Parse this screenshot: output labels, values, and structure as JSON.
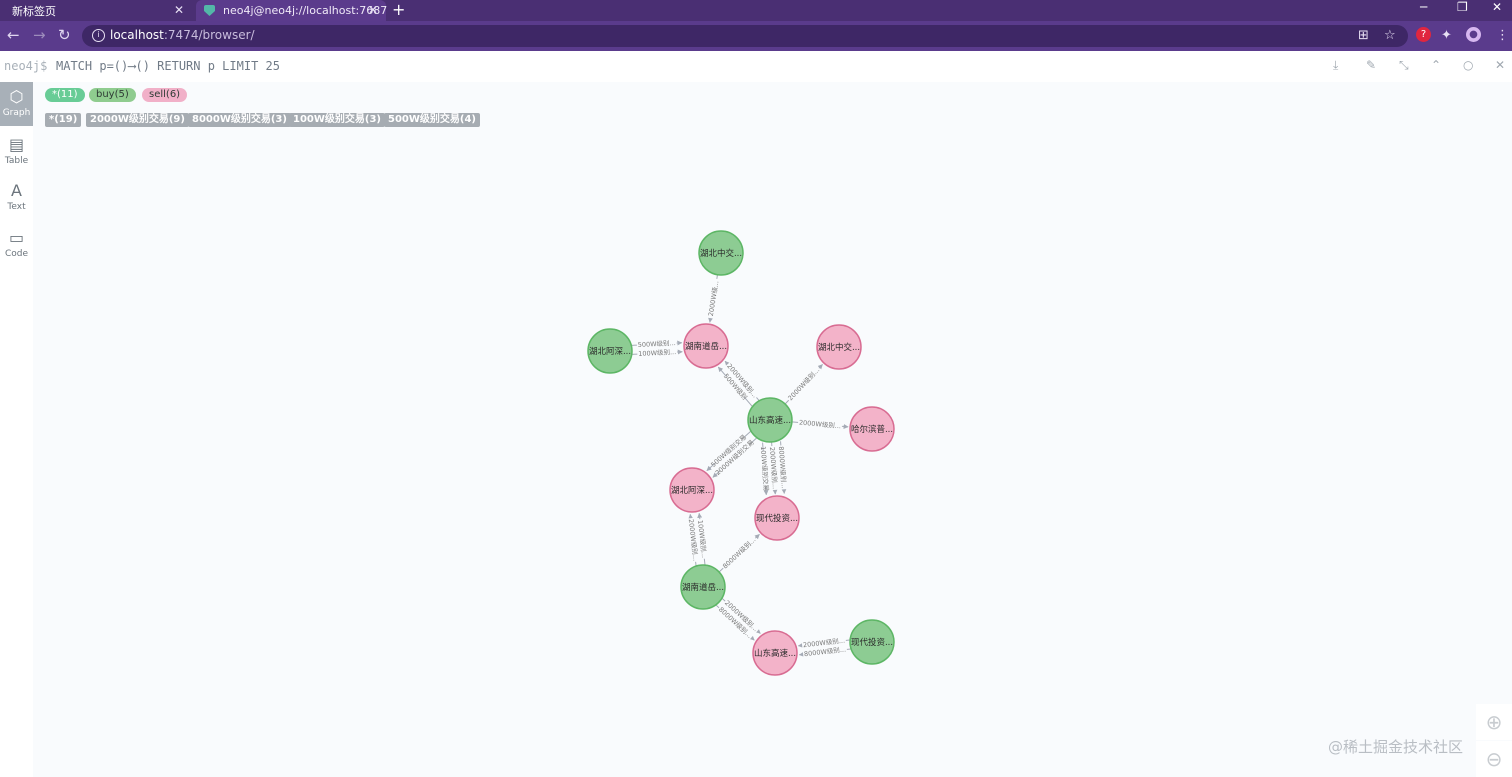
{
  "browser": {
    "tabs": [
      {
        "title": "新标签页"
      },
      {
        "title": "neo4j@neo4j://localhost:7687"
      }
    ],
    "url_host": "localhost",
    "url_rest": ":7474/browser/"
  },
  "editor": {
    "prompt": "neo4j$",
    "query": "MATCH p=()⟶() RETURN p LIMIT 25"
  },
  "views": [
    {
      "label": "Graph",
      "icon": "graph-icon"
    },
    {
      "label": "Table",
      "icon": "table-icon"
    },
    {
      "label": "Text",
      "icon": "text-icon"
    },
    {
      "label": "Code",
      "icon": "code-icon"
    }
  ],
  "labels": {
    "all": "*(11)",
    "buy": "buy(5)",
    "sell": "sell(6)"
  },
  "rel_types": {
    "all": "*(19)",
    "t2000w": "2000W级别交易(9)",
    "t8000w": "8000W级别交易(3)",
    "t100w": "100W级别交易(3)",
    "t500w": "500W级别交易(4)"
  },
  "graph": {
    "colors": {
      "buy": "#8dcc93",
      "buy_stroke": "#5db665",
      "sell": "#f3b3c9",
      "sell_stroke": "#d86c92",
      "rel": "#a5abb6"
    },
    "nodes": [
      {
        "id": "n1",
        "type": "buy",
        "label": "湖北中交..."
      },
      {
        "id": "n2",
        "type": "sell",
        "label": "湖南道岳..."
      },
      {
        "id": "n3",
        "type": "buy",
        "label": "湖北阿深..."
      },
      {
        "id": "n4",
        "type": "sell",
        "label": "湖北中交..."
      },
      {
        "id": "n5",
        "type": "buy",
        "label": "山东高速..."
      },
      {
        "id": "n6",
        "type": "sell",
        "label": "哈尔滨普..."
      },
      {
        "id": "n7",
        "type": "sell",
        "label": "湖北阿深..."
      },
      {
        "id": "n8",
        "type": "sell",
        "label": "现代投资..."
      },
      {
        "id": "n9",
        "type": "buy",
        "label": "湖南道岳..."
      },
      {
        "id": "n10",
        "type": "sell",
        "label": "山东高速..."
      },
      {
        "id": "n11",
        "type": "buy",
        "label": "现代投资..."
      }
    ],
    "rels": [
      {
        "from": "n1",
        "to": "n2",
        "label": "2000W级..."
      },
      {
        "from": "n3",
        "to": "n2",
        "label": "500W级别..."
      },
      {
        "from": "n3",
        "to": "n2",
        "label": "100W级别..."
      },
      {
        "from": "n5",
        "to": "n2",
        "label": "500W级别"
      },
      {
        "from": "n5",
        "to": "n2",
        "label": "2000W级别..."
      },
      {
        "from": "n5",
        "to": "n4",
        "label": "2000W级别..."
      },
      {
        "from": "n5",
        "to": "n6",
        "label": "2000W级别..."
      },
      {
        "from": "n5",
        "to": "n7",
        "label": "2000W级别交易"
      },
      {
        "from": "n5",
        "to": "n7",
        "label": "500W级别交易"
      },
      {
        "from": "n5",
        "to": "n8",
        "label": "8000W级别..."
      },
      {
        "from": "n5",
        "to": "n8",
        "label": "2000W级别..."
      },
      {
        "from": "n5",
        "to": "n8",
        "label": "100W级别交易"
      },
      {
        "from": "n9",
        "to": "n7",
        "label": "2000W级别..."
      },
      {
        "from": "n9",
        "to": "n7",
        "label": "100W级别..."
      },
      {
        "from": "n9",
        "to": "n8",
        "label": "8000W级别..."
      },
      {
        "from": "n9",
        "to": "n10",
        "label": "2000W级别..."
      },
      {
        "from": "n9",
        "to": "n10",
        "label": "8000W级别..."
      },
      {
        "from": "n11",
        "to": "n10",
        "label": "8000W级别..."
      },
      {
        "from": "n11",
        "to": "n10",
        "label": "2000W级别..."
      }
    ]
  },
  "watermark": "@稀土掘金技术社区"
}
